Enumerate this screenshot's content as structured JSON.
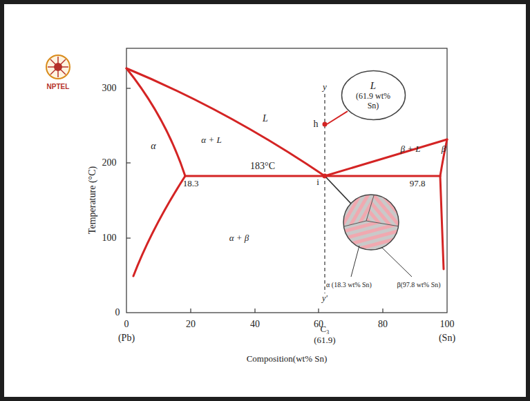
{
  "diagram": {
    "nodes": [
      {
        "text": [
          "L",
          "(61.9 wt% Sn)"
        ]
      }
    ],
    "labels": [
      "NPTEL",
      "300",
      "200",
      "100",
      "0",
      "Temperature (°C)",
      "0",
      "20",
      "40",
      "60",
      "80",
      "100",
      "(Pb)",
      "C₃",
      "(61.9)",
      "(Sn)",
      "Composition(wt% Sn)",
      "α",
      "α + L",
      "L",
      "183°C",
      "18.3",
      "97.8",
      "β + L",
      "β",
      "α + β",
      "y",
      "h",
      "i",
      "y′",
      "α (18.3 wt% Sn)",
      "β(97.8 wt% Sn)"
    ]
  }
}
